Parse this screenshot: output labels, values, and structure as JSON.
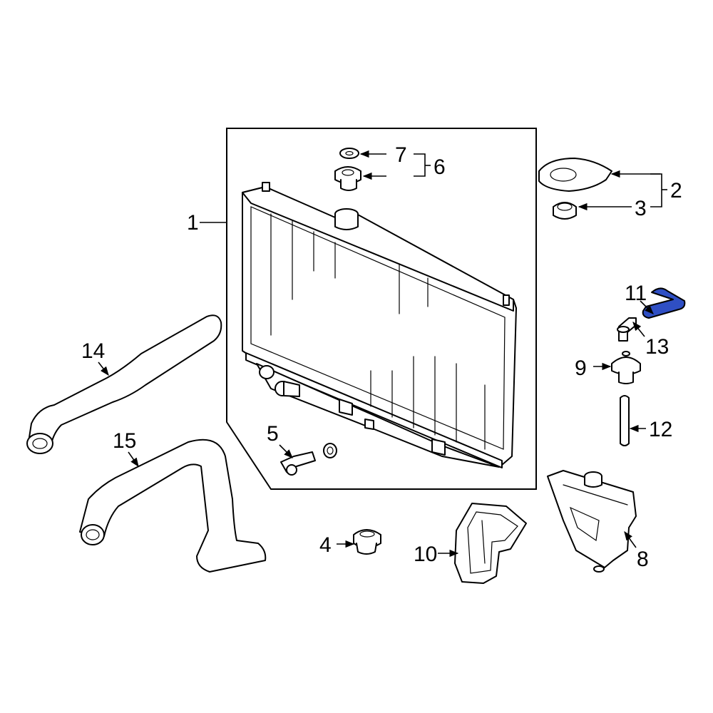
{
  "diagram": {
    "type": "exploded-parts-diagram",
    "highlight_color": "#2f4fc4",
    "highlighted_part": "11",
    "callouts": {
      "c1": "1",
      "c2": "2",
      "c3": "3",
      "c4": "4",
      "c5": "5",
      "c6": "6",
      "c7": "7",
      "c8": "8",
      "c9": "9",
      "c10": "10",
      "c11": "11",
      "c12": "12",
      "c13": "13",
      "c14": "14",
      "c15": "15"
    }
  }
}
